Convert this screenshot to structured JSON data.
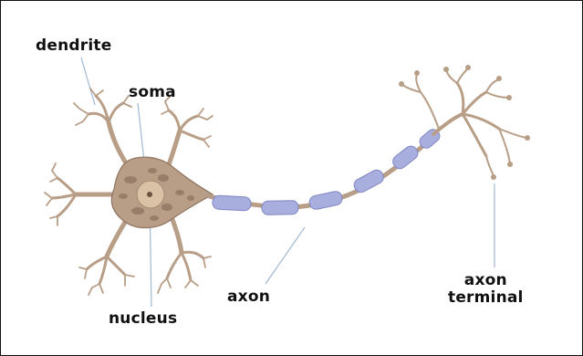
{
  "labels": {
    "dendrite": "dendrite",
    "soma": "soma",
    "axon": "axon",
    "nucleus": "nucleus",
    "axon_terminal_line1": "axon",
    "axon_terminal_line2": "terminal"
  },
  "colors": {
    "neuron_body": "#b89e86",
    "neuron_outline": "#8f7561",
    "cytoplasm_spots": "#7e6553",
    "nucleus": "#d9c2a6",
    "myelin_sheath": "#a8aedd",
    "myelin_outline": "#7f86c2",
    "leader_line": "#9fb8d4",
    "text": "#111111"
  }
}
